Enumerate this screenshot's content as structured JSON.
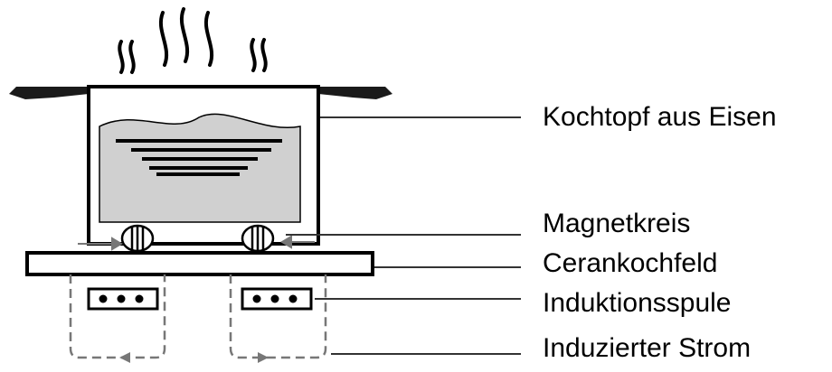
{
  "labels": {
    "pot": "Kochtopf aus Eisen",
    "magnetic_circuit": "Magnetkreis",
    "ceramic_hob": "Cerankochfeld",
    "induction_coil": "Induktionsspule",
    "induced_current": "Induzierter Strom"
  },
  "colors": {
    "line": "#000000",
    "liquid": "#d0d0d0",
    "pot_fill": "#ffffff",
    "rim": "#1a1a1a",
    "dashed": "#777777",
    "leader": "#333333"
  }
}
